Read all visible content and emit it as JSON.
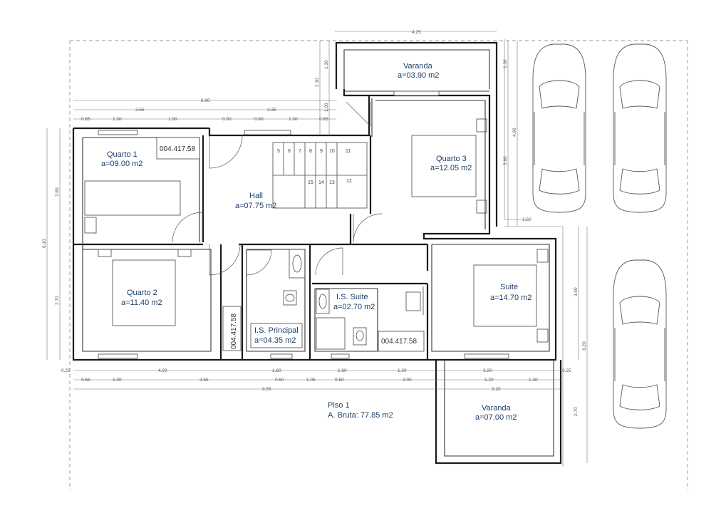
{
  "rooms": {
    "varanda_top": {
      "name": "Varanda",
      "area": "a=03.90 m2"
    },
    "quarto1": {
      "name": "Quarto 1",
      "area": "a=09.00 m2"
    },
    "hall": {
      "name": "Hall",
      "area": "a=07.75 m2"
    },
    "quarto3": {
      "name": "Quarto 3",
      "area": "a=12.05 m2"
    },
    "quarto2": {
      "name": "Quarto 2",
      "area": "a=11.40 m2"
    },
    "is_principal": {
      "name": "I.S. Principal",
      "area": "a=04.35 m2"
    },
    "is_suite": {
      "name": "I.S. Suite",
      "area": "a=02.70 m2"
    },
    "suite": {
      "name": "Suite",
      "area": "a=14.70 m2"
    },
    "varanda_bottom": {
      "name": "Varanda",
      "area": "a=07.00 m2"
    }
  },
  "floor": {
    "name": "Piso 1",
    "gross_area": "A. Bruta: 77.85 m2"
  },
  "cabinet_labels": [
    "004.417.58",
    "004.417.58",
    "004.417.58"
  ],
  "stairs": {
    "upper_steps": [
      "5",
      "6",
      "7",
      "8",
      "9",
      "10",
      "11"
    ],
    "lower_steps": [
      "15",
      "14",
      "13",
      "12"
    ]
  },
  "dimensions": {
    "top_425": "4.25",
    "top_690": "6.90",
    "row_355": "3.55",
    "row_335": "3.35",
    "chain_top": [
      "0.65",
      "1.00",
      "1.90",
      "0.90",
      "0.80",
      "1.00",
      "0.65"
    ],
    "left_610": "6.10",
    "left_280": "2.80",
    "left_270": "2.70",
    "vert_130_a": "1.30",
    "vert_230": "2.30",
    "vert_100": "1.00",
    "vert_130_b": "1.30",
    "vert_490": "4.90",
    "vert_360": "3.60",
    "horiz_160_right": "1.60",
    "right_350": "3.50",
    "right_620": "6.20",
    "right_270": "2.70",
    "bottom_row1": [
      "0.25",
      "4.20",
      "1.60",
      "1.60",
      "1.20",
      "3.20",
      "0.25"
    ],
    "bottom_row2": [
      "0.65",
      "1.00",
      "3.55",
      "0.50",
      "1.05",
      "0.50",
      "3.00",
      "1.20",
      "1.30"
    ],
    "bottom_955": "9.55",
    "bottom_320": "3.20"
  },
  "icons": [
    "car-icon",
    "bed-icon",
    "toilet-icon",
    "sink-icon",
    "shower-icon",
    "desk-chair-icon"
  ]
}
